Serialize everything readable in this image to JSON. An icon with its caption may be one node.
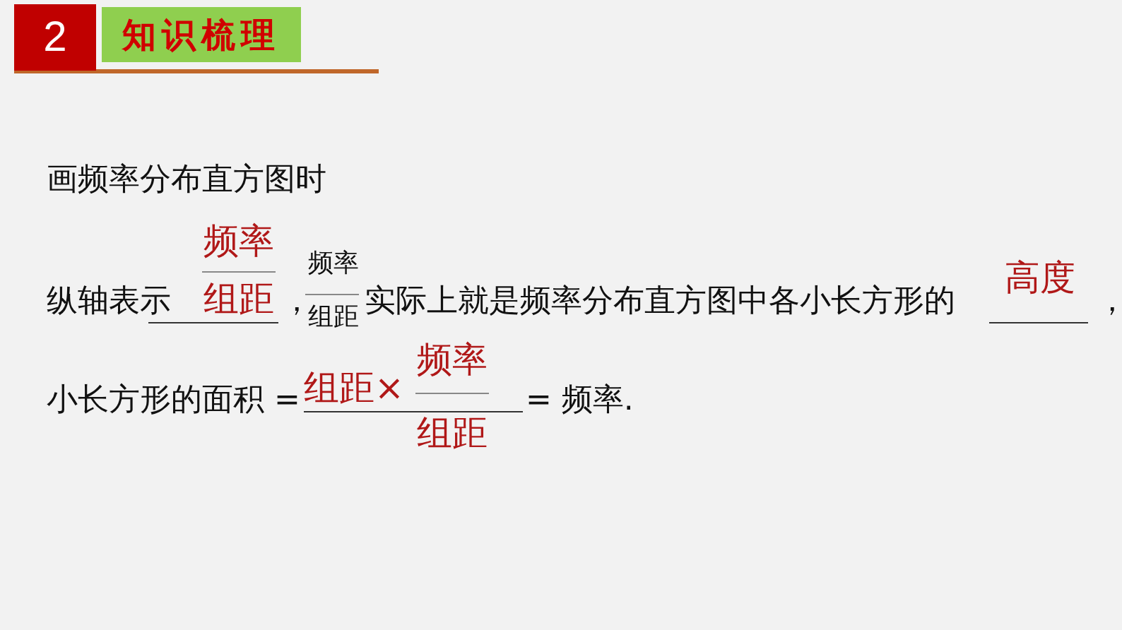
{
  "diagram": {
    "labels": [
      "2",
      "知识梳理",
      "画频率分布直方图时",
      "纵轴表示",
      "频率",
      "组距",
      "，",
      "频率",
      "组距",
      "实际上就是频率分布直方图中各小长方形的",
      "高度",
      "，",
      "小长方形的面积 =",
      "组距×",
      "频率",
      "组距",
      "= 频率."
    ]
  }
}
